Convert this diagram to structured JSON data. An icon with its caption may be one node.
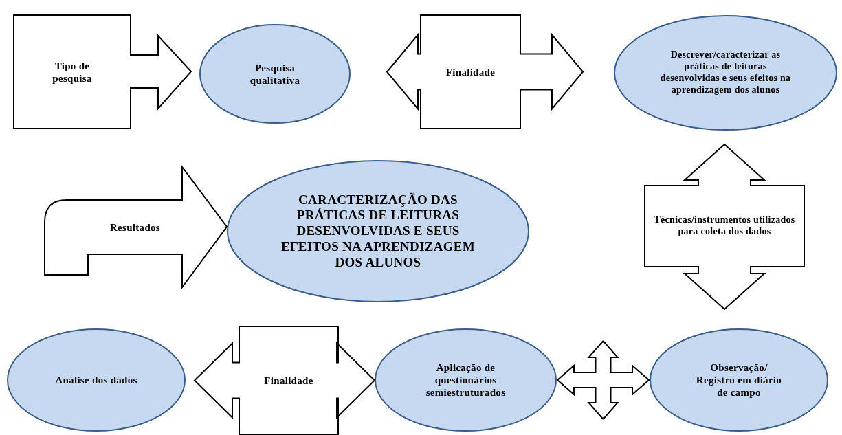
{
  "diagram": {
    "nodes": [
      {
        "text": [
          "Tipo de pesquisa"
        ]
      },
      {
        "text": [
          "Pesquisa qualitativa"
        ]
      },
      {
        "text": [
          "Finalidade"
        ]
      },
      {
        "text": [
          "Descrever/caracterizar as práticas de leituras desenvolvidas e seus efeitos na aprendizagem dos alunos"
        ]
      },
      {
        "text": [
          "Resultados"
        ]
      },
      {
        "text": [
          "CARACTERIZAÇÃO DAS PRÁTICAS DE LEITURAS DESENVOLVIDAS E SEUS EFEITOS NA APRENDIZAGEM DOS ALUNOS"
        ]
      },
      {
        "text": [
          "Técnicas/instrumentos utilizados para coleta dos dados"
        ]
      },
      {
        "text": [
          "Análise dos dados"
        ]
      },
      {
        "text": [
          "Finalidade"
        ]
      },
      {
        "text": [
          "Aplicação de questionários semiestruturados"
        ]
      },
      {
        "text": [
          "Observação/ Registro em diário de campo"
        ]
      }
    ],
    "edges": [
      {
        "from": 9,
        "to": 10,
        "arrow": "both"
      }
    ]
  }
}
